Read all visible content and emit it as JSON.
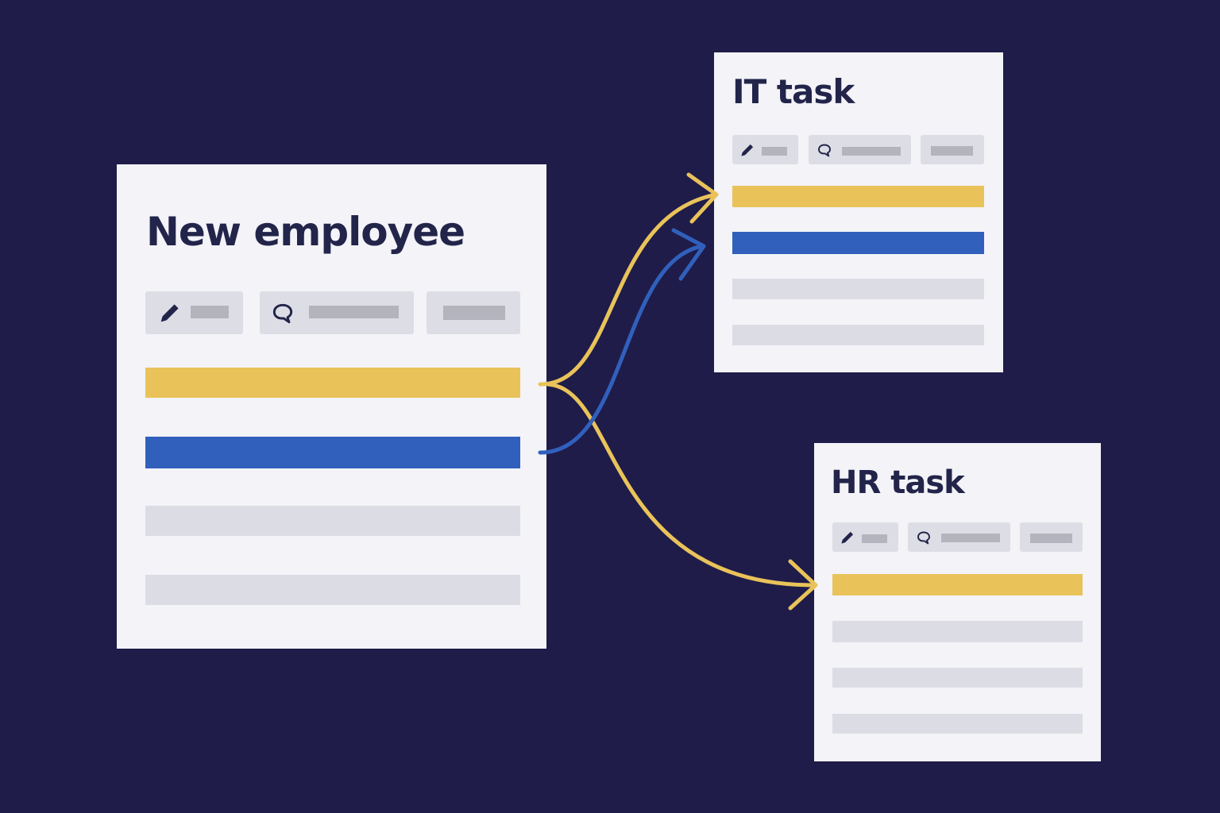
{
  "colors": {
    "background": "#1F1C4A",
    "card": "#F3F3F8",
    "title": "#22244A",
    "pill": "#DDDDE5",
    "pill_placeholder": "#B3B4BE",
    "icon": "#22244A",
    "bar_yellow": "#E9C35A",
    "bar_blue": "#3160BC",
    "bar_gray": "#DCDCE5"
  },
  "cards": {
    "new_employee": {
      "title": "New employee",
      "toolbar": [
        "pencil-icon",
        "comment-icon",
        "blank"
      ],
      "rows": [
        "yellow",
        "blue",
        "gray",
        "gray"
      ]
    },
    "it_task": {
      "title": "IT task",
      "toolbar": [
        "pencil-icon",
        "comment-icon",
        "blank"
      ],
      "rows": [
        "yellow",
        "blue",
        "gray",
        "gray"
      ]
    },
    "hr_task": {
      "title": "HR task",
      "toolbar": [
        "pencil-icon",
        "comment-icon",
        "blank"
      ],
      "rows": [
        "yellow",
        "gray",
        "gray",
        "gray"
      ]
    }
  },
  "connectors": [
    {
      "from": "new_employee.row_1",
      "to": "it_task.row_1",
      "color": "yellow"
    },
    {
      "from": "new_employee.row_1",
      "to": "hr_task.row_1",
      "color": "yellow"
    },
    {
      "from": "new_employee.row_2",
      "to": "it_task.row_2",
      "color": "blue"
    }
  ]
}
